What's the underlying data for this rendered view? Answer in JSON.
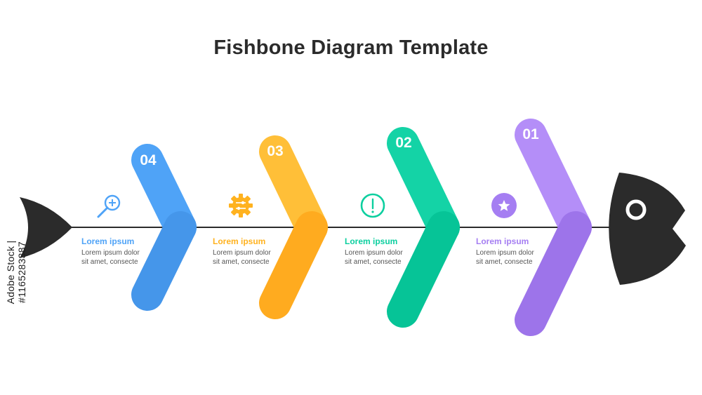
{
  "title": "Fishbone Diagram Template",
  "side_id": "Adobe Stock | #1165283387",
  "steps": [
    {
      "num": "04",
      "head": "Lorem ipsum",
      "line1": "Lorem ipsum dolor",
      "line2": "sit amet, consecte",
      "color": "#4fa3f7",
      "icon": "search-plus-icon"
    },
    {
      "num": "03",
      "head": "Lorem ipsum",
      "line1": "Lorem ipsum dolor",
      "line2": "sit amet, consecte",
      "color": "#ffb21f",
      "icon": "gear-sliders-icon"
    },
    {
      "num": "02",
      "head": "Lorem ipsum",
      "line1": "Lorem ipsum dolor",
      "line2": "sit amet, consecte",
      "color": "#0ccf9f",
      "icon": "alert-circle-icon"
    },
    {
      "num": "01",
      "head": "Lorem ipsum",
      "line1": "Lorem ipsum dolor",
      "line2": "sit amet, consecte",
      "color": "#a57ef2",
      "icon": "star-circle-icon"
    }
  ],
  "colors": {
    "spine": "#2b2b2b",
    "fish": "#2b2b2b"
  }
}
